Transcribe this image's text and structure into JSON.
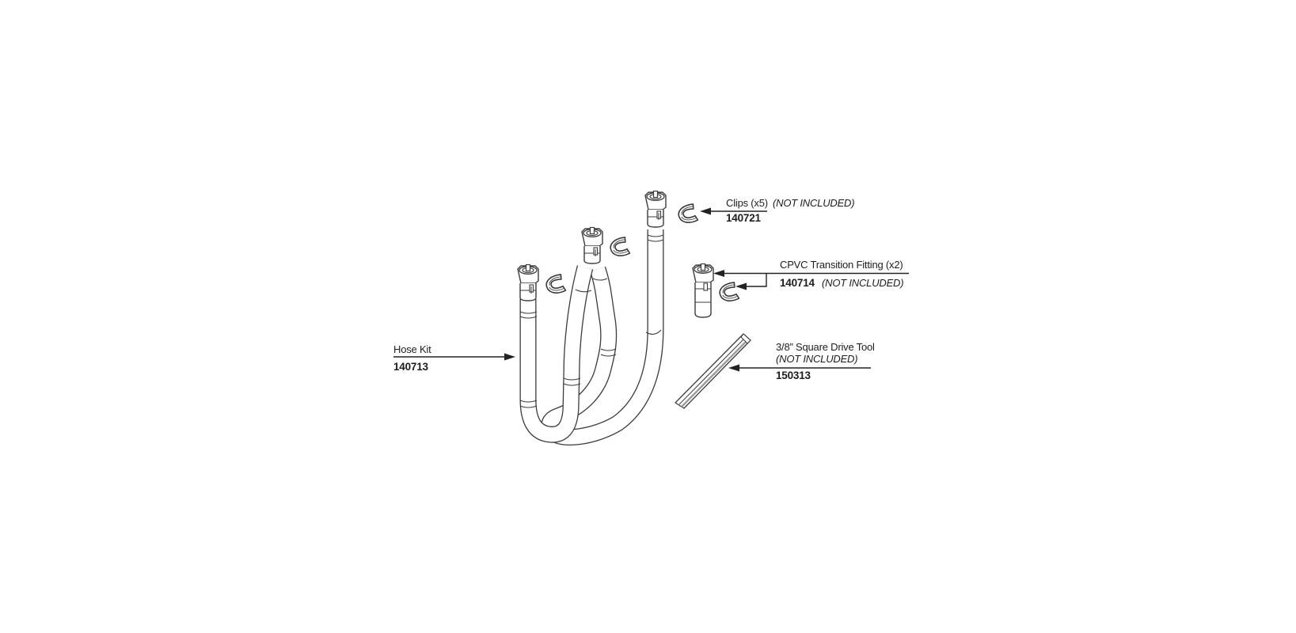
{
  "page": {
    "background": "#ffffff"
  },
  "diagram": {
    "stroke_color": "#3b3b3b",
    "shade_color": "#9a9a9a",
    "parts": [
      {
        "id": "clips",
        "name": "Clips (x5)",
        "availability": "(NOT INCLUDED)",
        "part_number": "140721"
      },
      {
        "id": "cpvc",
        "name": "CPVC Transition Fitting (x2)",
        "availability": "(NOT INCLUDED)",
        "part_number": "140714"
      },
      {
        "id": "hose_kit",
        "name": "Hose Kit",
        "availability": "",
        "part_number": "140713"
      },
      {
        "id": "drive_tool",
        "name": "3/8” Square Drive Tool",
        "availability": "(NOT INCLUDED)",
        "part_number": "150313"
      }
    ]
  }
}
